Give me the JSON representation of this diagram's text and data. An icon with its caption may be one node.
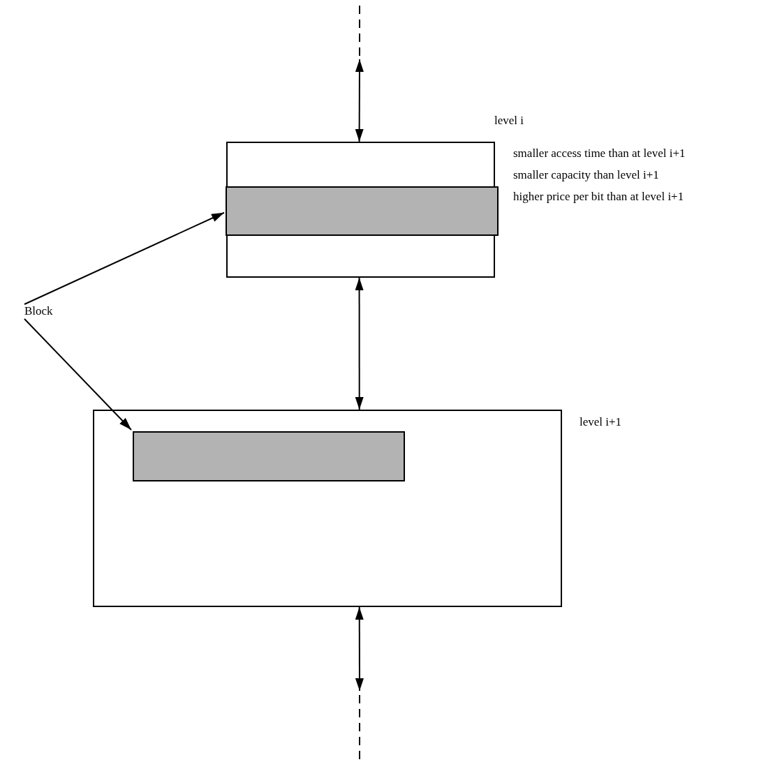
{
  "diagram": {
    "nodes": [
      {
        "text": [
          "level i"
        ],
        "beside": [
          "smaller access time than at level i+1",
          "smaller capacity than level i+1",
          "higher price per bit than at level i+1"
        ]
      },
      {
        "text": [],
        "shape": "bar",
        "in": 0
      },
      {
        "text": [
          "Block"
        ]
      },
      {
        "text": [
          "level i+1"
        ]
      },
      {
        "text": [],
        "shape": "bar",
        "in": 3
      }
    ],
    "edges": [
      {
        "from": null,
        "to": 0,
        "arrow": "both"
      },
      {
        "from": 0,
        "to": 3,
        "arrow": "both"
      },
      {
        "from": 3,
        "to": null,
        "arrow": "both"
      },
      {
        "from": 2,
        "to": 1,
        "arrow": "to"
      },
      {
        "from": 2,
        "to": 4,
        "arrow": "to"
      }
    ]
  }
}
